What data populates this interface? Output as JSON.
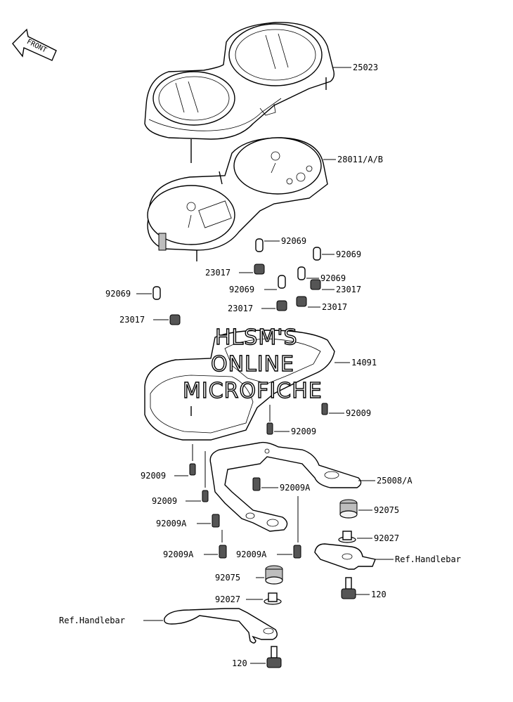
{
  "front_arrow": {
    "label": "FRONT"
  },
  "watermark": {
    "line1": "HLSM'S",
    "line2": "ONLINE",
    "line3": "MICROFICHE"
  },
  "labels": {
    "p25023": "25023",
    "p28011": "28011/A/B",
    "p92069_a": "92069",
    "p92069_b": "92069",
    "p92069_c": "92069",
    "p92069_d": "92069",
    "p92069_e": "92069",
    "p23017_a": "23017",
    "p23017_b": "23017",
    "p23017_c": "23017",
    "p23017_d": "23017",
    "p23017_e": "23017",
    "p14091": "14091",
    "p92009_a": "92009",
    "p92009_b": "92009",
    "p92009_c": "92009",
    "p92009_d": "92009",
    "p92009A_a": "92009A",
    "p92009A_b": "92009A",
    "p92009A_c": "92009A",
    "p92009A_d": "92009A",
    "p25008": "25008/A",
    "p92075_a": "92075",
    "p92075_b": "92075",
    "p92027_a": "92027",
    "p92027_b": "92027",
    "ref_handlebar_a": "Ref.Handlebar",
    "ref_handlebar_b": "Ref.Handlebar",
    "p120_a": "120",
    "p120_b": "120"
  }
}
